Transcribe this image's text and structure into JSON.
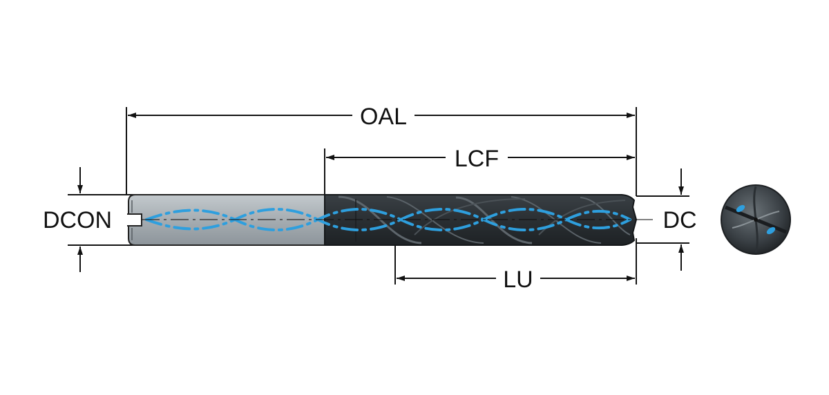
{
  "labels": {
    "oal": "OAL",
    "lcf": "LCF",
    "lu": "LU",
    "dcon": "DCON",
    "dc": "DC"
  },
  "colors": {
    "line": "#111111",
    "shank_fill": "#a9b0b5",
    "shank_stroke": "#222222",
    "body_fill": "#2d3236",
    "flute_highlight": "#5e666c",
    "coolant": "#2e9fde",
    "end_view": "#3c4246"
  }
}
